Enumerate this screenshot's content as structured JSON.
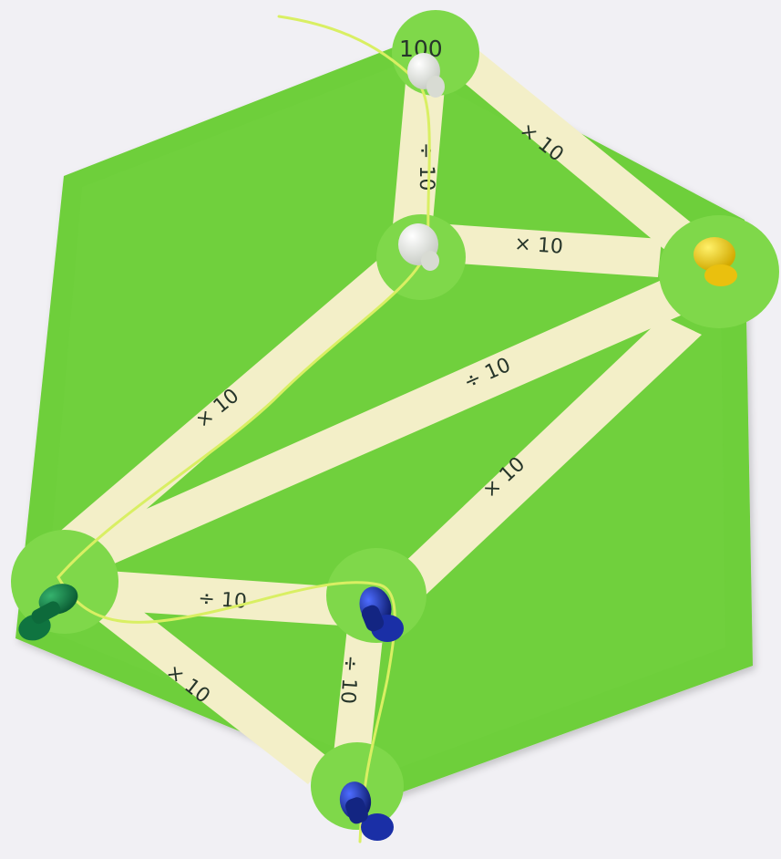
{
  "photo": {
    "background_color": "#f1f0f4",
    "board_color": "#6ecf3a",
    "board_shadow_color": "#5aa82e",
    "disc_color": "#7fd84a",
    "strip_color": "#f3efc8",
    "string_color": "#d9ef63",
    "top_disc_label": "100",
    "pins": {
      "white": "#eceeea",
      "yellow": "#f4cf10",
      "green": "#118a4c",
      "blue": "#1a2fa6"
    },
    "strip_labels": {
      "top_left_vertical": "÷ 10",
      "top_right_diagonal": "× 10",
      "middle_horizontal": "× 10",
      "long_left_diagonal": "× 10",
      "long_center_diagonal": "÷ 10",
      "right_lower_diagonal": "× 10",
      "bottom_left_horizontal": "÷ 10",
      "bottom_left_diagonal": "× 10",
      "bottom_vertical": "÷ 10"
    }
  }
}
